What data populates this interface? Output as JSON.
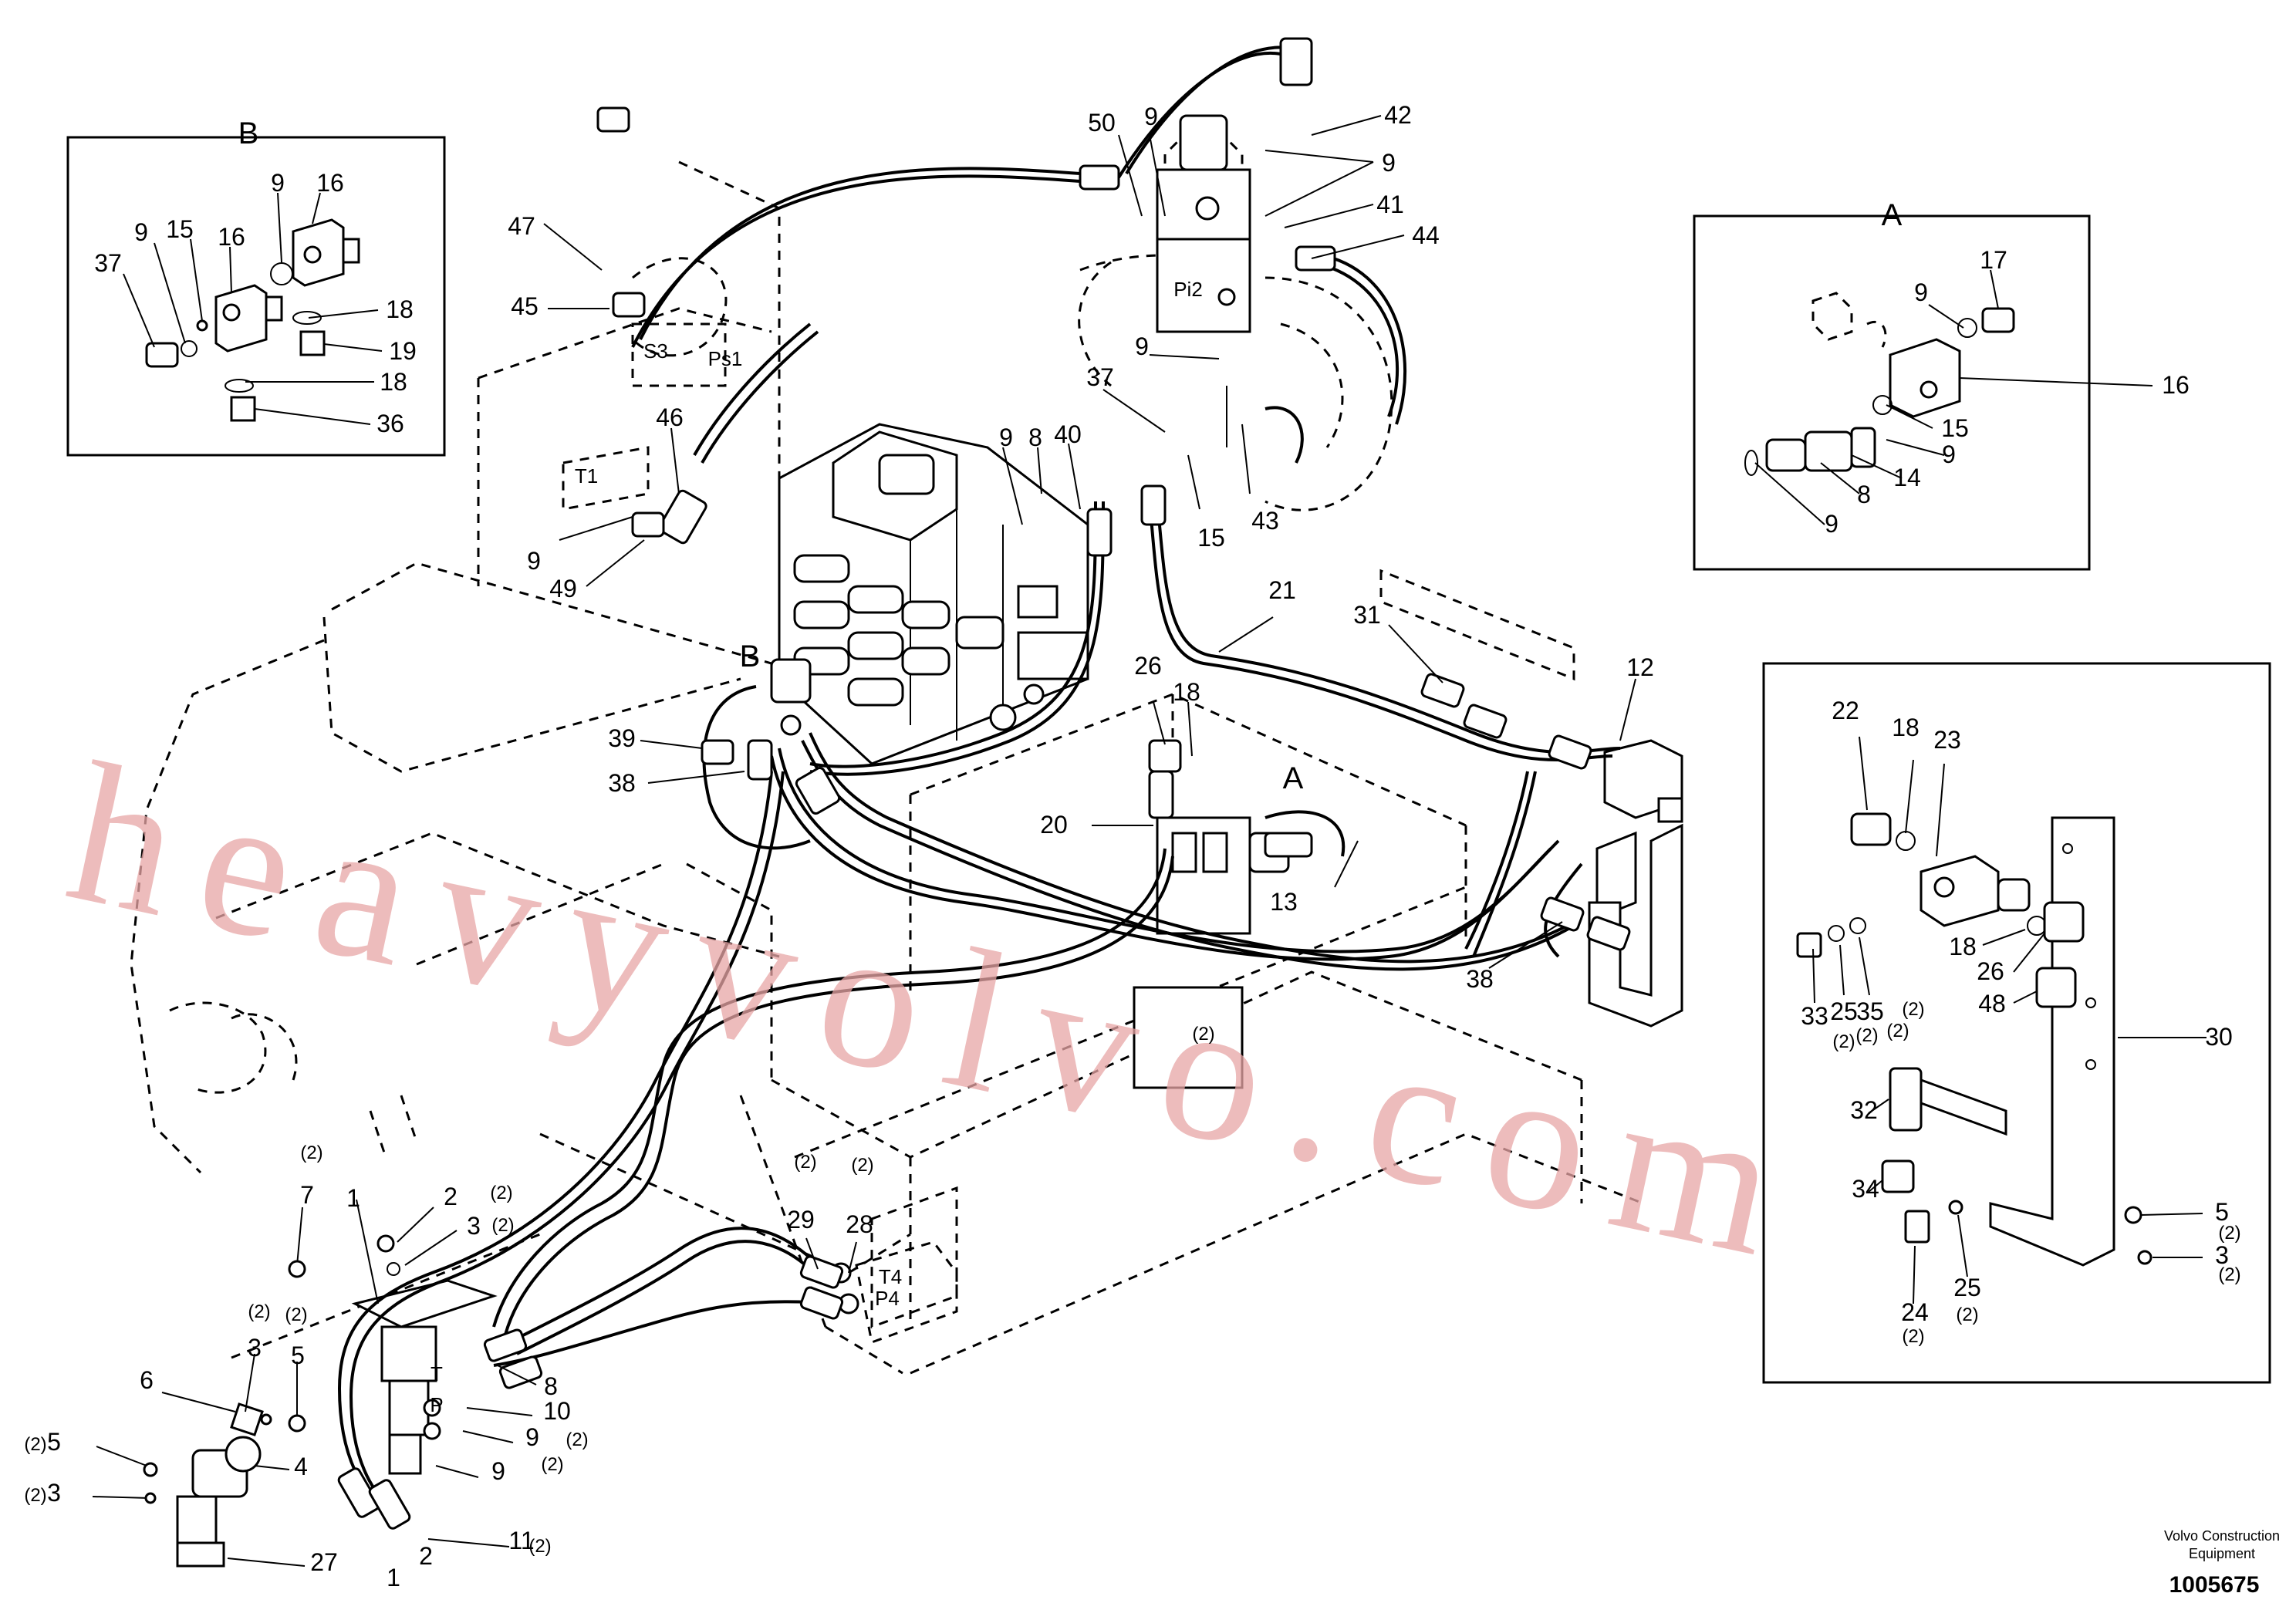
{
  "diagram": {
    "detail_boxes": [
      {
        "id": "B",
        "title": "B"
      },
      {
        "id": "A",
        "title": "A"
      },
      {
        "id": "bracket",
        "title": ""
      }
    ],
    "labels": [
      {
        "t": "B"
      },
      {
        "t": "16"
      },
      {
        "t": "16"
      },
      {
        "t": "9"
      },
      {
        "t": "15"
      },
      {
        "t": "9"
      },
      {
        "t": "37"
      },
      {
        "t": "18"
      },
      {
        "t": "19"
      },
      {
        "t": "18"
      },
      {
        "t": "36"
      },
      {
        "t": "A"
      },
      {
        "t": "17"
      },
      {
        "t": "9"
      },
      {
        "t": "16"
      },
      {
        "t": "15"
      },
      {
        "t": "9"
      },
      {
        "t": "14"
      },
      {
        "t": "8"
      },
      {
        "t": "9"
      },
      {
        "t": "50"
      },
      {
        "t": "9"
      },
      {
        "t": "42"
      },
      {
        "t": "9"
      },
      {
        "t": "41"
      },
      {
        "t": "44"
      },
      {
        "t": "47"
      },
      {
        "t": "45"
      },
      {
        "t": "46"
      },
      {
        "t": "9"
      },
      {
        "t": "49"
      },
      {
        "t": "37"
      },
      {
        "t": "9"
      },
      {
        "t": "43"
      },
      {
        "t": "9"
      },
      {
        "t": "8"
      },
      {
        "t": "40"
      },
      {
        "t": "15"
      },
      {
        "t": "21"
      },
      {
        "t": "31"
      },
      {
        "t": "12"
      },
      {
        "t": "26"
      },
      {
        "t": "18"
      },
      {
        "t": "39"
      },
      {
        "t": "38"
      },
      {
        "t": "20"
      },
      {
        "t": "13"
      },
      {
        "t": "38"
      },
      {
        "t": "B"
      },
      {
        "t": "A"
      },
      {
        "t": "22"
      },
      {
        "t": "18"
      },
      {
        "t": "23"
      },
      {
        "t": "18"
      },
      {
        "t": "26"
      },
      {
        "t": "48"
      },
      {
        "t": "30"
      },
      {
        "t": "33"
      },
      {
        "t": "25"
      },
      {
        "t": "35"
      },
      {
        "t": "32"
      },
      {
        "t": "34"
      },
      {
        "t": "24"
      },
      {
        "t": "25"
      },
      {
        "t": "5"
      },
      {
        "t": "3"
      },
      {
        "t": "1"
      },
      {
        "t": "7"
      },
      {
        "t": "2"
      },
      {
        "t": "3"
      },
      {
        "t": "29"
      },
      {
        "t": "28"
      },
      {
        "t": "8"
      },
      {
        "t": "10"
      },
      {
        "t": "9"
      },
      {
        "t": "9"
      },
      {
        "t": "11"
      },
      {
        "t": "3"
      },
      {
        "t": "5"
      },
      {
        "t": "6"
      },
      {
        "t": "5"
      },
      {
        "t": "3"
      },
      {
        "t": "4"
      },
      {
        "t": "27"
      },
      {
        "t": "1"
      },
      {
        "t": "2"
      }
    ],
    "quantity_notes": [
      {
        "t": "(2)"
      },
      {
        "t": "(2)"
      },
      {
        "t": "(2)"
      },
      {
        "t": "(2)"
      },
      {
        "t": "(2)"
      },
      {
        "t": "(2)"
      },
      {
        "t": "(2)"
      },
      {
        "t": "(2)"
      },
      {
        "t": "(2)"
      },
      {
        "t": "(2)"
      },
      {
        "t": "(2)"
      },
      {
        "t": "(2)"
      },
      {
        "t": "(2)"
      },
      {
        "t": "(2)"
      },
      {
        "t": "(2)"
      },
      {
        "t": "(2)"
      },
      {
        "t": "(2)"
      },
      {
        "t": "(2)"
      },
      {
        "t": "(2)"
      },
      {
        "t": "(2)"
      },
      {
        "t": "(2)"
      }
    ],
    "port_labels": [
      {
        "t": "Pi2"
      },
      {
        "t": "S3"
      },
      {
        "t": "Ps1"
      },
      {
        "t": "T1"
      },
      {
        "t": "T4"
      },
      {
        "t": "P4"
      },
      {
        "t": "T"
      },
      {
        "t": "P"
      }
    ]
  },
  "watermark": "heavyvolvo.com",
  "footer": {
    "maker_line1": "Volvo Construction",
    "maker_line2": "Equipment",
    "doc_number": "1005675"
  }
}
